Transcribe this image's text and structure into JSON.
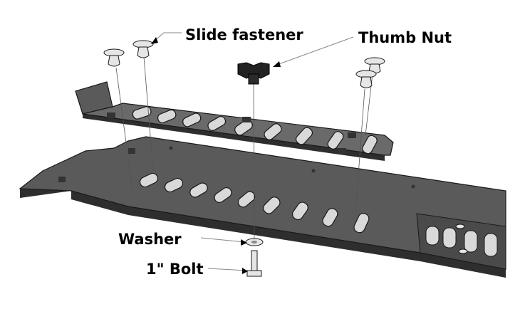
{
  "labels": {
    "slide_fastener": "Slide fastener",
    "thumb_nut": "Thumb Nut",
    "washer": "Washer",
    "bolt": "1\" Bolt"
  },
  "colors": {
    "plate_top": "#5a5a5a",
    "plate_edge": "#2e2e2e",
    "plate_outline": "#1a1a1a",
    "slot_fill": "#d9d9d9",
    "hardware_light": "#e6e6e6",
    "nut": "#222222",
    "leader": "#888888"
  },
  "icons": {
    "slide_fastener": "mushroom-push-fastener",
    "thumb_nut": "wing-thumb-nut",
    "washer": "flat-washer",
    "bolt": "hex-bolt"
  }
}
